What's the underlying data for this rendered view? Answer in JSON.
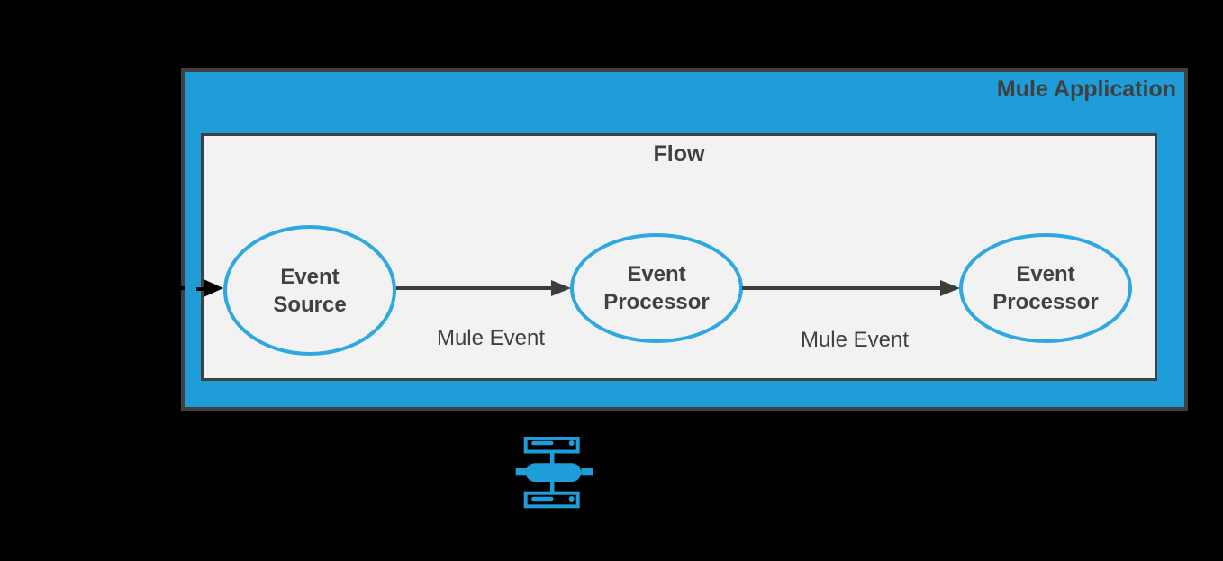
{
  "colors": {
    "background": "#000000",
    "container_fill": "#1E9DD8",
    "container_border": "#404040",
    "flow_fill": "#F2F2F2",
    "flow_border": "#404040",
    "node_stroke": "#2EA8E1",
    "node_fill": "#F2F2F2",
    "text": "#404040",
    "arrow": "#3C3C3C",
    "incoming_arrow": "#000000",
    "icon": "#1E9DD8"
  },
  "application": {
    "title": "Mule Application"
  },
  "flow": {
    "title": "Flow"
  },
  "nodes": [
    {
      "id": "event-source",
      "line1": "Event",
      "line2": "Source"
    },
    {
      "id": "event-processor-1",
      "line1": "Event",
      "line2": "Processor"
    },
    {
      "id": "event-processor-2",
      "line1": "Event",
      "line2": "Processor"
    }
  ],
  "edges": [
    {
      "from": "event-source",
      "to": "event-processor-1",
      "label": "Mule Event"
    },
    {
      "from": "event-processor-1",
      "to": "event-processor-2",
      "label": "Mule Event"
    }
  ],
  "icons": {
    "runtime": "mule-runtime-icon"
  }
}
